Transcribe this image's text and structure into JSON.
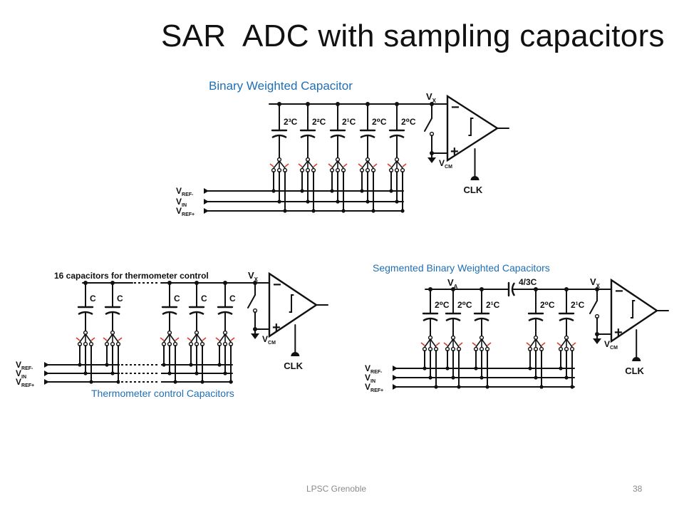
{
  "slide": {
    "title": "SAR  ADC with sampling capacitors",
    "footer_center": "LPSC Grenoble",
    "page_number": "38"
  },
  "diagrams": {
    "binary": {
      "label": "Binary Weighted Capacitor",
      "caps": [
        "2³C",
        "2²C",
        "2¹C",
        "2⁰C",
        "2⁰C"
      ],
      "node": "V",
      "node_sub": "X",
      "inputs": [
        {
          "main": "V",
          "sub": "REF-"
        },
        {
          "main": "V",
          "sub": "IN"
        },
        {
          "main": "V",
          "sub": "REF+"
        }
      ],
      "vcm_main": "V",
      "vcm_sub": "CM",
      "clk": "CLK",
      "minus": "−",
      "plus": "+"
    },
    "thermometer": {
      "label": "Thermometer  control Capacitors",
      "header": "16 capacitors for thermometer control",
      "caps": [
        "C",
        "C",
        "C",
        "C",
        "C"
      ],
      "node": "V",
      "node_sub": "X",
      "inputs": [
        {
          "main": "V",
          "sub": "REF-"
        },
        {
          "main": "V",
          "sub": "IN"
        },
        {
          "main": "V",
          "sub": "REF+"
        }
      ],
      "vcm_main": "V",
      "vcm_sub": "CM",
      "clk": "CLK",
      "minus": "−",
      "plus": "+"
    },
    "segmented": {
      "label": "Segmented Binary Weighted Capacitors",
      "caps": [
        "2⁰C",
        "2⁰C",
        "2¹C",
        "2⁰C",
        "2¹C"
      ],
      "bridge": "4/3C",
      "node_a": "V",
      "node_a_sub": "A",
      "node": "V",
      "node_sub": "X",
      "inputs": [
        {
          "main": "V",
          "sub": "REF-"
        },
        {
          "main": "V",
          "sub": "IN"
        },
        {
          "main": "V",
          "sub": "REF+"
        }
      ],
      "vcm_main": "V",
      "vcm_sub": "CM",
      "clk": "CLK",
      "minus": "−",
      "plus": "+"
    }
  },
  "colors": {
    "label": "#1f6fb5",
    "wire": "#111111",
    "switch_arrow": "#e03a2a",
    "footer": "#8a8a8a"
  }
}
